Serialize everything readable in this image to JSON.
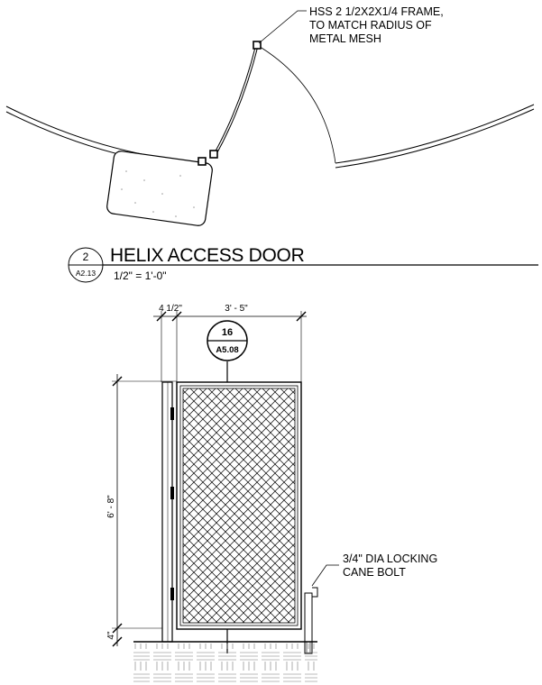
{
  "plan_note": {
    "line1": "HSS 2 1/2X2X1/4 FRAME,",
    "line2": "TO MATCH RADIUS OF",
    "line3": "METAL MESH"
  },
  "detail_title": {
    "number": "2",
    "sheet": "A2.13",
    "title": "HELIX ACCESS DOOR",
    "scale": "1/2\" = 1'-0\""
  },
  "section_callout": {
    "number": "16",
    "sheet": "A5.08"
  },
  "dimensions": {
    "frame_width": "4 1/2\"",
    "door_width": "3' - 5\"",
    "door_height": "6' - 8\"",
    "bottom_gap": "4\""
  },
  "bolt_note": {
    "line1": "3/4\" DIA LOCKING",
    "line2": "CANE BOLT"
  }
}
